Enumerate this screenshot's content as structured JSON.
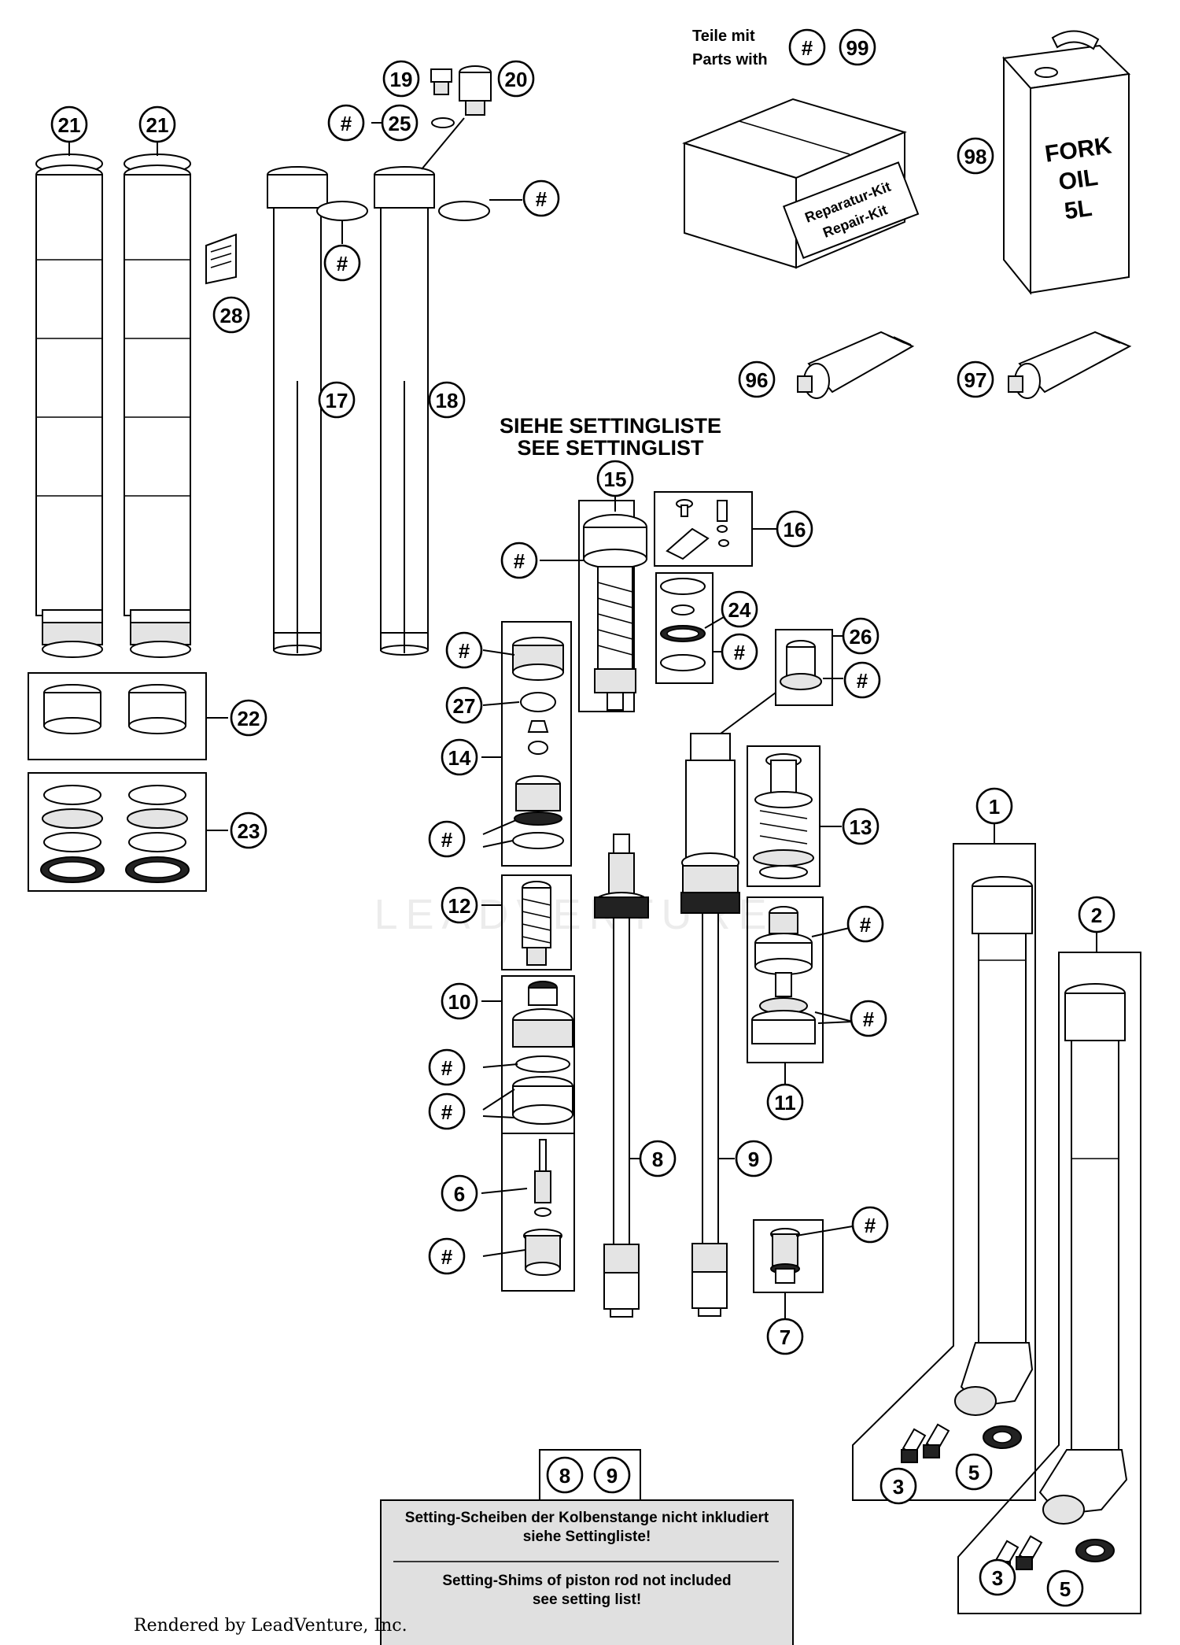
{
  "callouts": {
    "c1": "1",
    "c2": "2",
    "c3a": "3",
    "c3b": "3",
    "c5a": "5",
    "c5b": "5",
    "c6": "6",
    "c7": "7",
    "c8": "8",
    "c9": "9",
    "c10": "10",
    "c11": "11",
    "c12": "12",
    "c13": "13",
    "c14": "14",
    "c15": "15",
    "c16": "16",
    "c17": "17",
    "c18": "18",
    "c19": "19",
    "c20": "20",
    "c21a": "21",
    "c21b": "21",
    "c22": "22",
    "c23": "23",
    "c24": "24",
    "c25": "25",
    "c26": "26",
    "c27": "27",
    "c28": "28",
    "c96": "96",
    "c97": "97",
    "c98": "98",
    "c99": "99",
    "note8": "8",
    "note9": "9",
    "hash": "#"
  },
  "header_labels": {
    "parts_with_de": "Teile mit",
    "parts_with_en": "Parts with",
    "setting_de": "SIEHE SETTINGLISTE",
    "setting_en": "SEE SETTINGLIST"
  },
  "repair_kit": {
    "line1": "Reparatur-Kit",
    "line2": "Repair-Kit"
  },
  "oil_can": {
    "line1": "FORK",
    "line2": "OIL",
    "line3": "5L"
  },
  "note": {
    "de_line1": "Setting-Scheiben der Kolbenstange nicht inkludiert",
    "de_line2": "siehe Settingliste!",
    "en_line1": "Setting-Shims of piston rod not included",
    "en_line2": "see setting list!"
  },
  "watermark": "LEADVENTURE",
  "footer": "Rendered by LeadVenture, Inc."
}
